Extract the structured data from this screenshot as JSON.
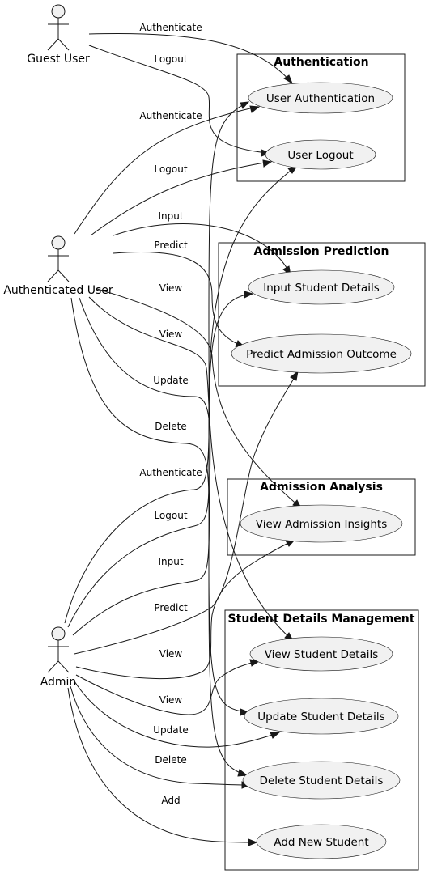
{
  "packages": {
    "authentication": {
      "title": "Authentication"
    },
    "admission_prediction": {
      "title": "Admission Prediction"
    },
    "admission_analysis": {
      "title": "Admission Analysis"
    },
    "student_details_management": {
      "title": "Student Details Management"
    }
  },
  "use_cases": {
    "user_authentication": "User Authentication",
    "user_logout": "User Logout",
    "input_student_details": "Input Student Details",
    "predict_admission_outcome": "Predict Admission Outcome",
    "view_admission_insights": "View Admission Insights",
    "view_student_details": "View Student Details",
    "update_student_details": "Update Student Details",
    "delete_student_details": "Delete Student Details",
    "add_new_student": "Add New Student"
  },
  "actors": {
    "guest_user": "Guest User",
    "authenticated_user": "Authenticated User",
    "admin": "Admin"
  },
  "relations": [
    {
      "from": "Guest User",
      "to": "User Authentication",
      "label": "Authenticate"
    },
    {
      "from": "Guest User",
      "to": "User Logout",
      "label": "Logout"
    },
    {
      "from": "Authenticated User",
      "to": "User Authentication",
      "label": "Authenticate"
    },
    {
      "from": "Authenticated User",
      "to": "User Logout",
      "label": "Logout"
    },
    {
      "from": "Authenticated User",
      "to": "Input Student Details",
      "label": "Input"
    },
    {
      "from": "Authenticated User",
      "to": "Predict Admission Outcome",
      "label": "Predict"
    },
    {
      "from": "Authenticated User",
      "to": "View Admission Insights",
      "label": "View"
    },
    {
      "from": "Authenticated User",
      "to": "View Student Details",
      "label": "View"
    },
    {
      "from": "Authenticated User",
      "to": "Update Student Details",
      "label": "Update"
    },
    {
      "from": "Authenticated User",
      "to": "Delete Student Details",
      "label": "Delete"
    },
    {
      "from": "Admin",
      "to": "User Authentication",
      "label": "Authenticate"
    },
    {
      "from": "Admin",
      "to": "User Logout",
      "label": "Logout"
    },
    {
      "from": "Admin",
      "to": "Input Student Details",
      "label": "Input"
    },
    {
      "from": "Admin",
      "to": "Predict Admission Outcome",
      "label": "Predict"
    },
    {
      "from": "Admin",
      "to": "View Admission Insights",
      "label": "View"
    },
    {
      "from": "Admin",
      "to": "View Student Details",
      "label": "View"
    },
    {
      "from": "Admin",
      "to": "Update Student Details",
      "label": "Update"
    },
    {
      "from": "Admin",
      "to": "Delete Student Details",
      "label": "Delete"
    },
    {
      "from": "Admin",
      "to": "Add New Student",
      "label": "Add"
    }
  ]
}
